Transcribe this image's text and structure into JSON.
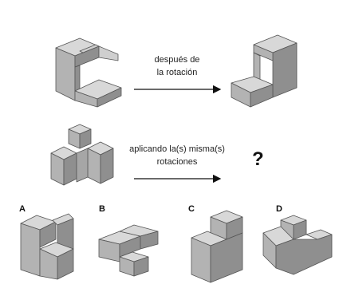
{
  "row1": {
    "caption_line1": "después de",
    "caption_line2": "la rotación"
  },
  "row2": {
    "caption_line1": "aplicando la(s) misma(s)",
    "caption_line2": "rotaciones",
    "question_mark": "?"
  },
  "options": [
    "A",
    "B",
    "C",
    "D"
  ],
  "colors": {
    "face_light": "#d8d8d8",
    "face_mid": "#b3b3b3",
    "face_dark": "#8f8f8f",
    "stroke": "#555555",
    "arrow": "#111111"
  }
}
